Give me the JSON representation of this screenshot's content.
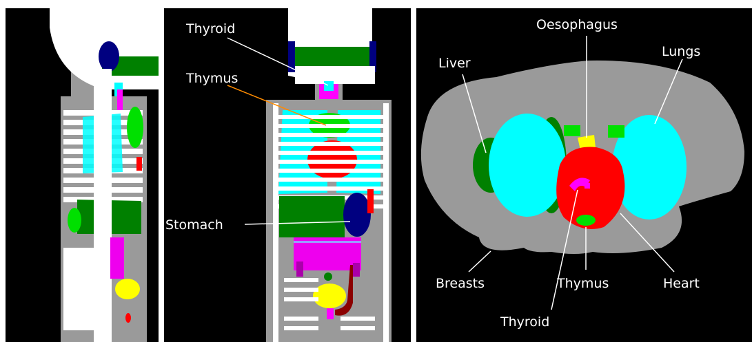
{
  "colors": {
    "background": "#000000",
    "body": "#9a9a9a",
    "bone": "#ffffff",
    "lungs": "#00ffff",
    "liver": "#008000",
    "heart": "#ff0000",
    "thymus": "#00e000",
    "thyroid": "#ff00ff",
    "oesophagus": "#ffff00",
    "stomach": "#000080",
    "bladder": "#ffff00",
    "colon": "#8b0000",
    "intestine": "#ee00ee"
  },
  "labels": {
    "sagittal": {
      "thyroid": "Thyroid",
      "thymus": "Thymus",
      "stomach": "Stomach"
    },
    "axial": {
      "oesophagus": "Oesophagus",
      "liver": "Liver",
      "lungs": "Lungs",
      "breasts": "Breasts",
      "thymus": "Thymus",
      "heart": "Heart",
      "thyroid": "Thyroid"
    }
  }
}
